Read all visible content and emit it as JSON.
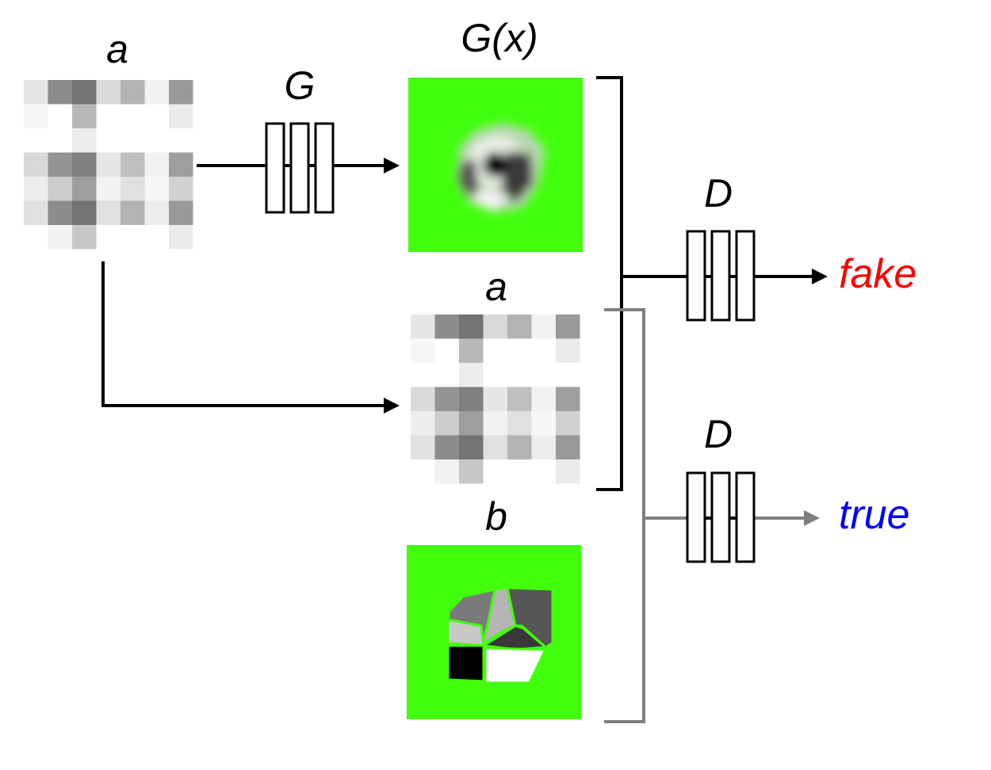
{
  "labels": {
    "input_top": "a",
    "generator": "G",
    "generated": "G(x)",
    "input_mid": "a",
    "real": "b",
    "disc_top": "D",
    "disc_bottom": "D",
    "fake": "fake",
    "true": "true"
  },
  "colors": {
    "fake": "#ff0000",
    "true": "#0000ff",
    "background_green": "#41ff0c",
    "real_line": "#7f7f7f",
    "fake_line": "#000000"
  },
  "input_image": {
    "grid": [
      [
        0.9,
        0.55,
        0.45,
        0.85,
        0.7,
        0.95,
        0.6
      ],
      [
        0.97,
        1.0,
        0.72,
        1.0,
        1.0,
        1.0,
        0.92
      ],
      [
        1.0,
        1.0,
        0.93,
        1.0,
        1.0,
        1.0,
        1.0
      ],
      [
        0.85,
        0.58,
        0.5,
        0.9,
        0.75,
        0.95,
        0.62
      ],
      [
        0.93,
        0.8,
        0.62,
        0.95,
        0.88,
        0.97,
        0.82
      ],
      [
        0.88,
        0.55,
        0.45,
        0.88,
        0.7,
        0.93,
        0.6
      ],
      [
        1.0,
        0.95,
        0.78,
        1.0,
        1.0,
        1.0,
        0.92
      ]
    ]
  }
}
